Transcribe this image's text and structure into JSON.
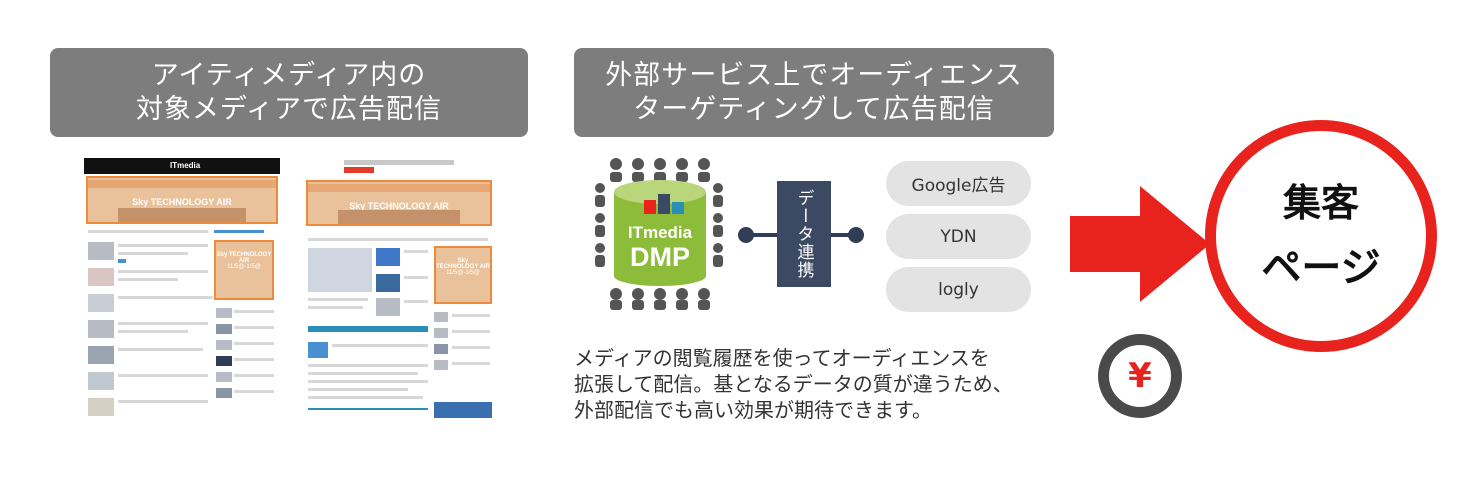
{
  "left_header": {
    "line1": "アイティメディア内の",
    "line2": "対象メディアで広告配信"
  },
  "right_header": {
    "line1": "外部サービス上でオーディエンス",
    "line2": "ターゲティングして広告配信"
  },
  "mockups": {
    "logo": "ITmedia",
    "banner_title": "Sky TECHNOLOGY AIR",
    "banner_date": "11/5@-1/5@"
  },
  "dmp": {
    "brand": "ITmedia",
    "label": "DMP"
  },
  "data_link_label": "データ連携",
  "services": [
    "Google広告",
    "YDN",
    "logly"
  ],
  "description": {
    "line1": "メディアの閲覧履歴を使ってオーディエンスを",
    "line2": "拡張して配信。基となるデータの質が違うため、",
    "line3": "外部配信でも高い効果が期待できます。"
  },
  "target": {
    "line1": "集客",
    "line2": "ページ"
  },
  "yen_symbol": "¥",
  "colors": {
    "accent_red": "#e8231d",
    "header_gray": "#7d7d7d",
    "navy": "#3b4a62",
    "dmp_green": "#8dbb3a",
    "ad_orange": "#ee8a3c"
  }
}
